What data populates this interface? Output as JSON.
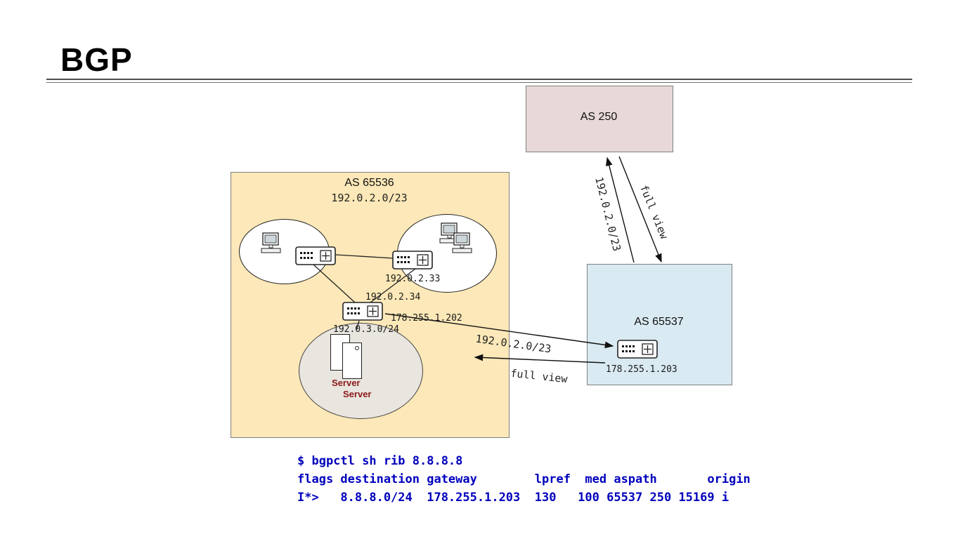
{
  "title": "BGP",
  "boxes": {
    "as250": {
      "label": "AS 250"
    },
    "as65536": {
      "label": "AS 65536",
      "prefix": "192.0.2.0/23"
    },
    "as65537": {
      "label": "AS 65537"
    }
  },
  "node_labels": {
    "router_top_right_ip": "192.0.2.33",
    "router_core_ip": "192.0.2.34",
    "router_core_wan_ip": "178.255.1.202",
    "server_lan_prefix": "192.0.3.0/24",
    "as65537_router_ip": "178.255.1.203"
  },
  "servers": {
    "label1": "Server",
    "label2": "Server"
  },
  "links": {
    "announce_to_as250": "192.0.2.0/23",
    "fullview_from_as250": "full view",
    "announce_to_as65537": "192.0.2.0/23",
    "fullview_from_as65537": "full view"
  },
  "terminal": {
    "lines": [
      "$ bgpctl sh rib 8.8.8.8",
      "flags destination gateway        lpref  med aspath       origin",
      "I*>   8.8.8.0/24  178.255.1.203  130   100 65537 250 15169 i"
    ]
  },
  "colors": {
    "as250_fill": "#e8d8d8",
    "as65536_fill": "#fce8b8",
    "as65537_fill": "#d9eaf2",
    "server_ellipse_fill": "#e9e5df",
    "terminal_text": "#0000bd",
    "server_text": "#8b1a1a"
  }
}
